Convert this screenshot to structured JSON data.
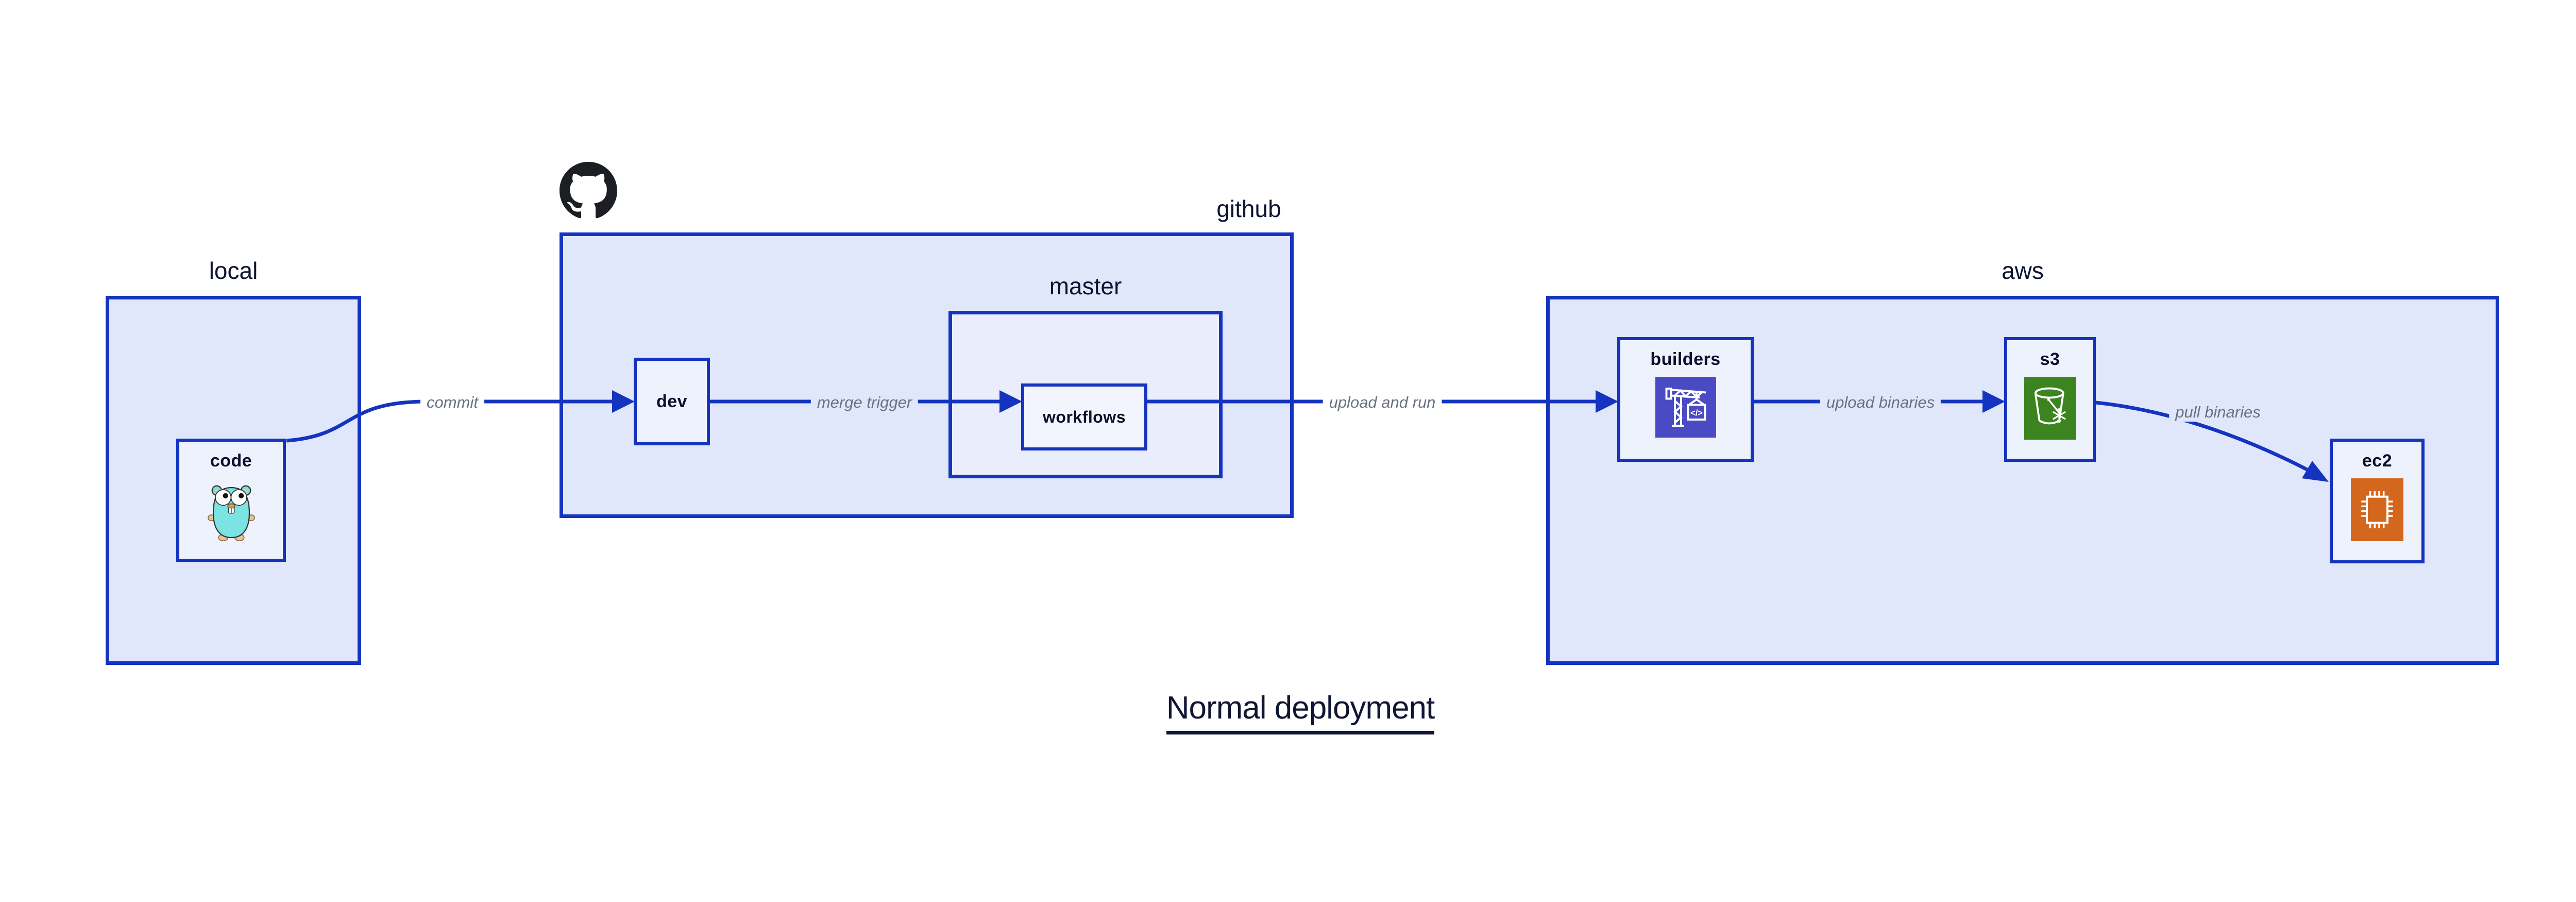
{
  "title": {
    "text": "Normal deployment"
  },
  "containers": {
    "local": {
      "label": "local"
    },
    "github": {
      "label": "github"
    },
    "master": {
      "label": "master"
    },
    "aws": {
      "label": "aws"
    }
  },
  "nodes": {
    "code": {
      "label": "code",
      "icon": "go-gopher-icon"
    },
    "dev": {
      "label": "dev"
    },
    "workflows": {
      "label": "workflows"
    },
    "builders": {
      "label": "builders",
      "icon": "aws-codebuild-crane-icon",
      "icon_color": "#4a4ac4"
    },
    "s3": {
      "label": "s3",
      "icon": "aws-s3-bucket-icon",
      "icon_color": "#3c841f"
    },
    "ec2": {
      "label": "ec2",
      "icon": "aws-ec2-chip-icon",
      "icon_color": "#d4671e"
    }
  },
  "edges": {
    "commit": {
      "label": "commit"
    },
    "merge_trigger": {
      "label": "merge trigger"
    },
    "upload_and_run": {
      "label": "upload and run"
    },
    "upload_binaries": {
      "label": "upload binaries"
    },
    "pull_binaries": {
      "label": "pull binaries"
    }
  },
  "colors": {
    "border_blue": "#1434c0",
    "container_fill": "#e1e7fb",
    "node_fill": "#eef2fd",
    "edge_label_gray": "#687082",
    "text_navy": "#0a102c",
    "octocat_black": "#1b1f23",
    "gopher_teal": "#7ce3e3"
  }
}
